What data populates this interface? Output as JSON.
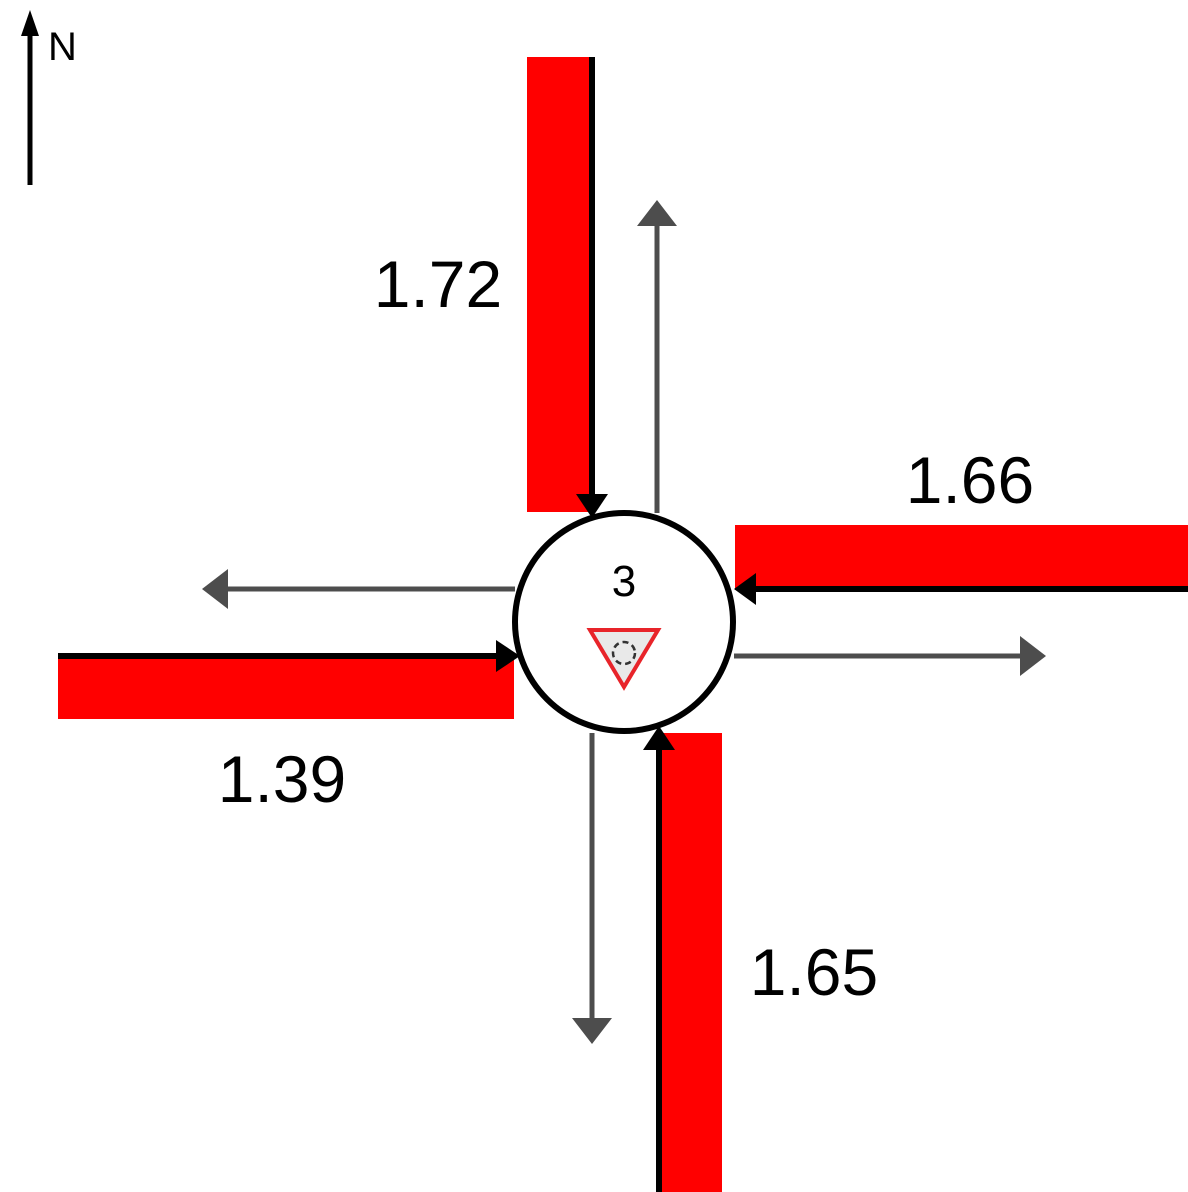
{
  "north_label": "N",
  "node": {
    "id": "3",
    "sign": "yield-roundabout-icon"
  },
  "approaches": [
    {
      "direction": "north",
      "value": "1.72"
    },
    {
      "direction": "east",
      "value": "1.66"
    },
    {
      "direction": "west",
      "value": "1.39"
    },
    {
      "direction": "south",
      "value": "1.65"
    }
  ],
  "colors": {
    "approach_bar": "#ff0000",
    "inflow_line": "#000000",
    "outflow_arrow": "#4d4d4d",
    "node_fill": "#ffffff",
    "node_stroke": "#000000",
    "sign_stroke": "#e8242a",
    "sign_fill": "#e9e9e9"
  }
}
